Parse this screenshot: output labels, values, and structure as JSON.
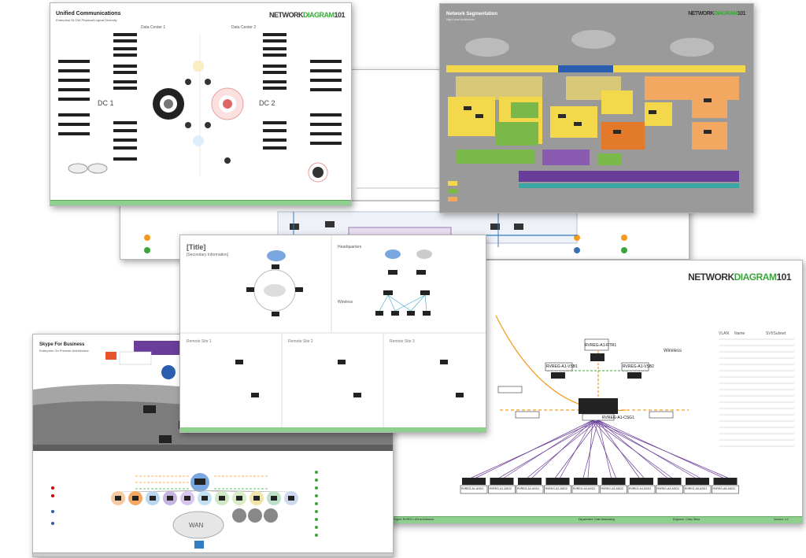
{
  "logo": {
    "part1": "NETWORK",
    "part2": "DIAGRAM",
    "part3": "101"
  },
  "sheet_uc": {
    "title": "Unified Communications",
    "subtitle": "Enterprise DLGW Physical/Logical Diversity",
    "dc1": "DC 1",
    "dc2": "DC 2",
    "data_center_1": "Data Center 1",
    "data_center_2": "Data Center 2"
  },
  "sheet_seg": {
    "title": "Network Segmentation",
    "subtitle": "High Level Architecture"
  },
  "sheet_template": {
    "title": "[Title]",
    "subtitle": "[Secondary Information]",
    "headquarters": "Headquarters",
    "remote1": "Remote Site 1",
    "remote2": "Remote Site 2",
    "remote3": "Remote Site 3",
    "wireless": "Wireless"
  },
  "sheet_skype": {
    "title": "Skype For Business",
    "subtitle": "Enterprise On Premise Architecture",
    "wan": "WAN"
  },
  "sheet_lan": {
    "wireless": "Wireless",
    "footer_project": "Project: RVREG LAN Architecture",
    "footer_dept": "Department: Data Networking",
    "footer_engineer": "Engineer: Colby West",
    "footer_version": "Version: 1.0",
    "vlan_header": "VLAN",
    "name_header": "Name",
    "subnet_header": "SVI/Subnet",
    "core_label": "RVREG-A1-CSG1",
    "dist_left": "RVREG-A1-VSB1",
    "dist_right": "RVREG-A1-VSB2",
    "rtr": "RVREG-A1-RTR1",
    "access": [
      "RVREG-A1-ASG1",
      "RVREG-A1-ASG2",
      "RVREG-A2-ASG1",
      "RVREG-A2-ASG2",
      "RVREG-A3-ASG1",
      "RVREG-A3-ASG2",
      "RVREG-A4-ASG1",
      "RVREG-A4-ASG2",
      "RVREG-A5-ASG1",
      "RVREG-A5-ASG2"
    ]
  },
  "colors": {
    "accent_green": "#3aa63a",
    "footer_green": "#8fd08f",
    "seg_bg": "#9a9a9a",
    "orange": "#f39a1e",
    "purple": "#6a3d9a"
  }
}
